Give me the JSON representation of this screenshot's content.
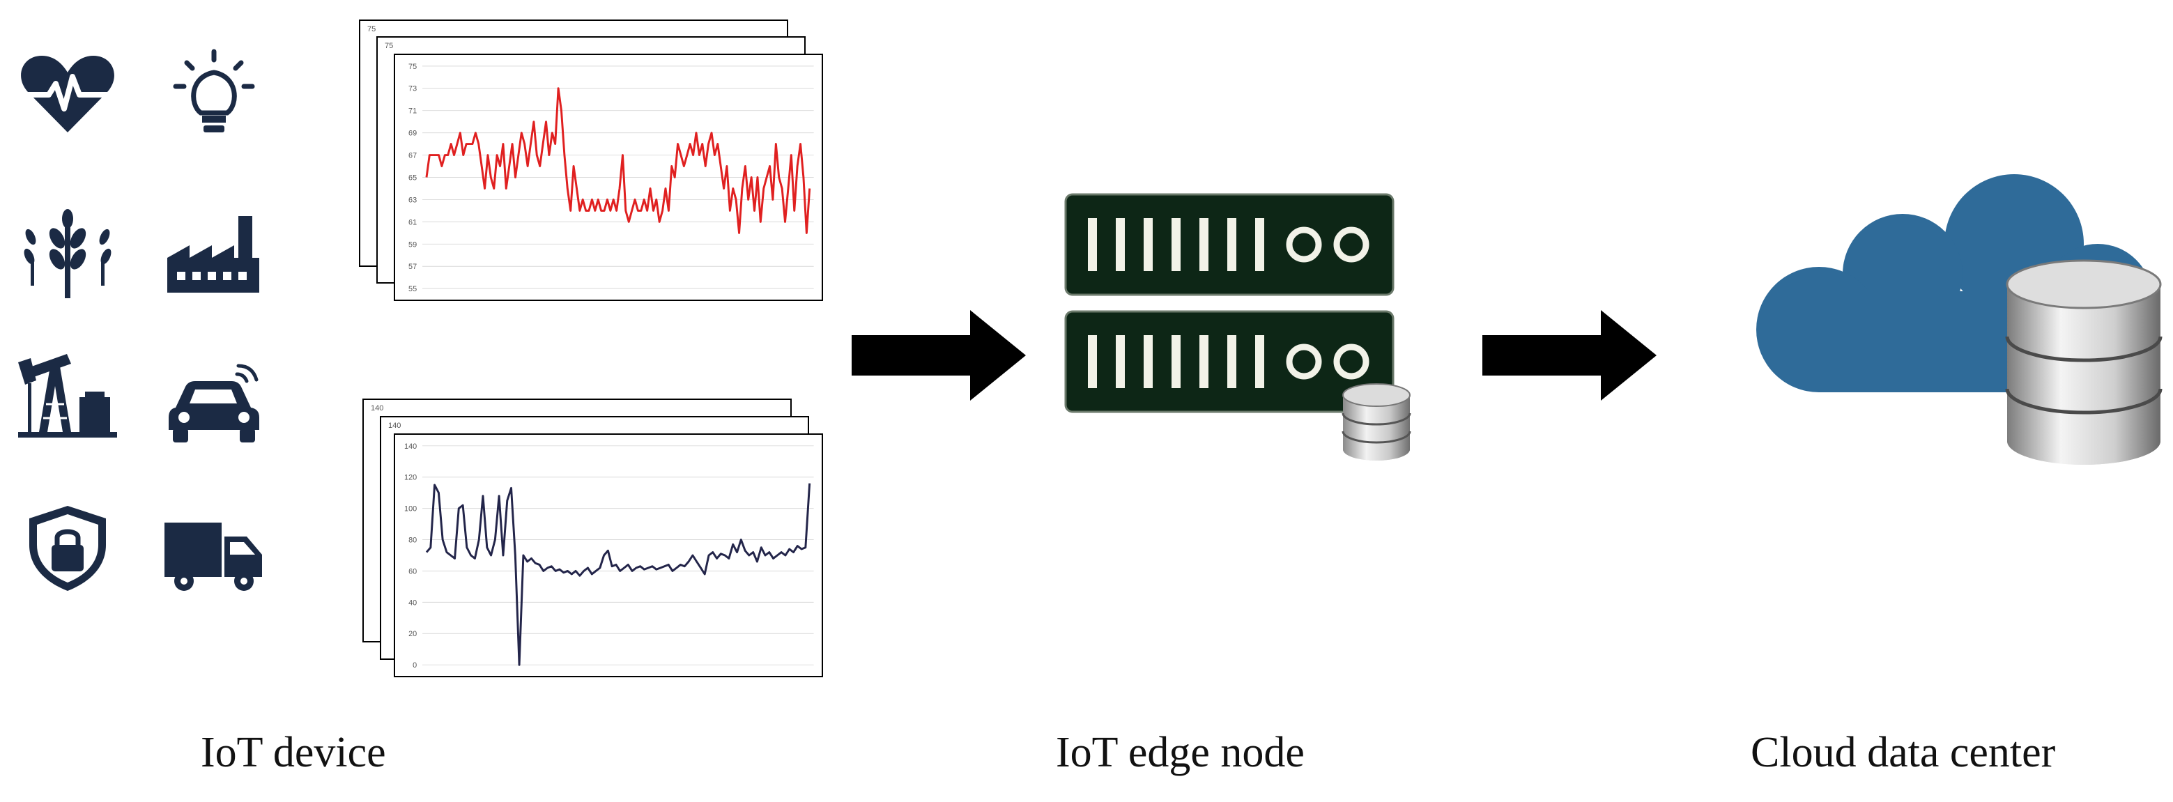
{
  "captions": {
    "iot_device": "IoT device",
    "edge_node": "IoT edge node",
    "cloud": "Cloud data center"
  },
  "icons": [
    "heart-rate-icon",
    "light-bulb-icon",
    "wheat-icon",
    "factory-icon",
    "oil-pump-icon",
    "connected-car-icon",
    "security-shield-icon",
    "delivery-truck-icon"
  ],
  "colors": {
    "icon": "#1b2a44",
    "series_red": "#e02020",
    "series_navy": "#23254a",
    "server": "#0d2616",
    "cloud": "#2f6b99"
  },
  "chart_data": [
    {
      "type": "line",
      "ylim": [
        55,
        75
      ],
      "yticks": [
        "55",
        "57",
        "59",
        "61",
        "63",
        "65",
        "67",
        "69",
        "71",
        "73",
        "75"
      ],
      "series": [
        {
          "values": [
            65,
            67,
            67,
            67,
            67,
            66,
            67,
            67,
            68,
            67,
            68,
            69,
            67,
            68,
            68,
            68,
            69,
            68,
            66,
            64,
            67,
            65,
            64,
            67,
            66,
            68,
            64,
            66,
            68,
            65,
            67,
            69,
            68,
            66,
            68,
            70,
            67,
            66,
            68,
            70,
            67,
            69,
            68,
            73,
            71,
            67,
            64,
            62,
            66,
            64,
            62,
            63,
            62,
            62,
            63,
            62,
            63,
            62,
            62,
            63,
            62,
            63,
            62,
            64,
            67,
            62,
            61,
            62,
            63,
            62,
            62,
            63,
            62,
            64,
            62,
            63,
            61,
            62,
            64,
            62,
            66,
            65,
            68,
            67,
            66,
            67,
            68,
            67,
            69,
            67,
            68,
            66,
            68,
            69,
            67,
            68,
            66,
            64,
            66,
            62,
            64,
            63,
            60,
            64,
            66,
            63,
            65,
            62,
            65,
            61,
            64,
            65,
            66,
            63,
            68,
            65,
            64,
            61,
            64,
            67,
            62,
            66,
            68,
            65,
            60,
            64
          ]
        }
      ]
    },
    {
      "type": "line",
      "ylim": [
        0,
        140
      ],
      "yticks": [
        "0",
        "20",
        "40",
        "60",
        "80",
        "100",
        "120",
        "140"
      ],
      "series": [
        {
          "values": [
            72,
            75,
            115,
            110,
            80,
            72,
            70,
            68,
            100,
            102,
            75,
            70,
            68,
            80,
            108,
            75,
            70,
            80,
            108,
            70,
            105,
            113,
            70,
            0,
            70,
            66,
            68,
            65,
            64,
            60,
            62,
            63,
            60,
            61,
            59,
            60,
            58,
            60,
            57,
            60,
            62,
            58,
            60,
            62,
            70,
            73,
            63,
            64,
            60,
            62,
            64,
            60,
            62,
            63,
            61,
            62,
            63,
            61,
            62,
            63,
            64,
            60,
            62,
            64,
            63,
            66,
            70,
            66,
            62,
            58,
            70,
            72,
            68,
            71,
            70,
            68,
            77,
            72,
            80,
            73,
            70,
            72,
            66,
            75,
            70,
            72,
            68,
            70,
            72,
            70,
            74,
            72,
            76,
            74,
            75,
            116
          ]
        }
      ]
    }
  ]
}
